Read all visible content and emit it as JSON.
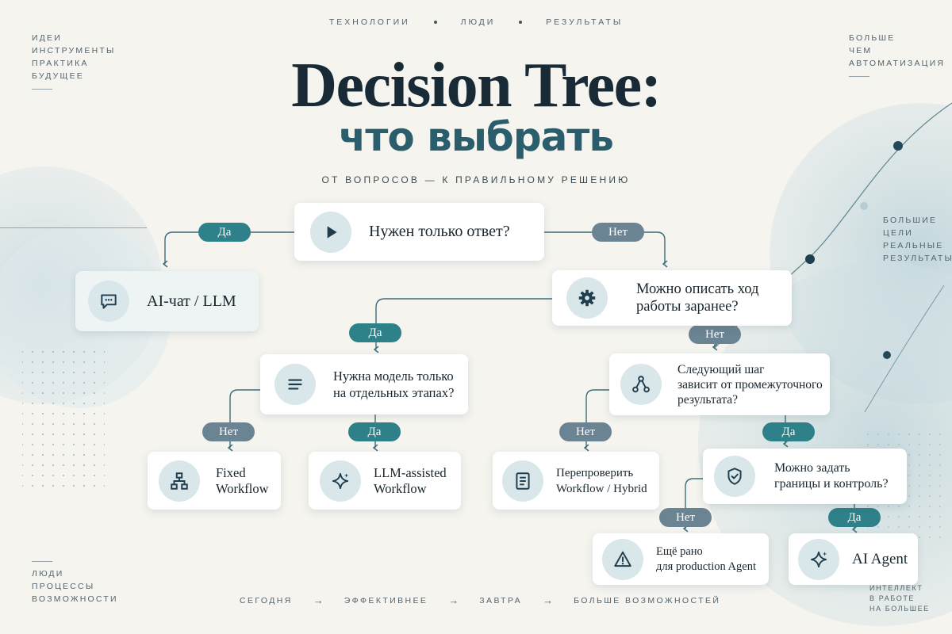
{
  "header": {
    "tags": [
      "ТЕХНОЛОГИИ",
      "ЛЮДИ",
      "РЕЗУЛЬТАТЫ"
    ],
    "title": "Decision Tree:",
    "subtitle_big": "что выбрать",
    "tagline": "ОТ ВОПРОСОВ — К ПРАВИЛЬНОМУ РЕШЕНИЮ"
  },
  "corners": {
    "top_left": [
      "ИДЕИ",
      "ИНСТРУМЕНТЫ",
      "ПРАКТИКА",
      "БУДУЩЕЕ"
    ],
    "top_right": [
      "БОЛЬШЕ",
      "ЧЕМ",
      "АВТОМАТИЗАЦИЯ"
    ],
    "mid_right": [
      "БОЛЬШИЕ",
      "ЦЕЛИ",
      "РЕАЛЬНЫЕ",
      "РЕЗУЛЬТАТЫ"
    ],
    "bottom_left": [
      "ЛЮДИ",
      "ПРОЦЕССЫ",
      "ВОЗМОЖНОСТИ"
    ],
    "bottom_right": [
      "ИНТЕЛЛЕКТ",
      "В РАБОТЕ",
      "НА БОЛЬШЕЕ"
    ]
  },
  "bottom_nav": [
    "СЕГОДНЯ",
    "ЭФФЕКТИВНЕЕ",
    "ЗАВТРА",
    "БОЛЬШЕ ВОЗМОЖНОСТЕЙ"
  ],
  "nav_arrow": "→",
  "nodes": {
    "root": "Нужен только ответ?",
    "chat": "AI-чат / LLM",
    "describe": [
      "Можно описать ход",
      "работы заранее?"
    ],
    "model_steps": [
      "Нужна модель только",
      "на отдельных этапах?"
    ],
    "next_step": [
      "Следующий шаг",
      "зависит от промежуточного",
      "результата?"
    ],
    "fixed": [
      "Fixed",
      "Workflow"
    ],
    "llm_assisted": [
      "LLM-assisted",
      "Workflow"
    ],
    "recheck": [
      "Перепроверить",
      "Workflow / Hybrid"
    ],
    "boundaries": [
      "Можно задать",
      "границы и контроль?"
    ],
    "too_early": [
      "Ещё рано",
      "для production Agent"
    ],
    "agent": "AI Agent"
  },
  "answers": {
    "yes": "Да",
    "no": "Нет"
  },
  "icons": {
    "root": "play-icon",
    "chat": "chat-bubble-icon",
    "describe": "gear-icon",
    "model_steps": "list-lines-icon",
    "next_step": "branch-nodes-icon",
    "fixed": "hierarchy-icon",
    "llm_assisted": "sparkle-icon",
    "recheck": "document-icon",
    "boundaries": "shield-check-icon",
    "too_early": "warning-icon",
    "agent": "sparkle-icon"
  },
  "colors": {
    "yes": "#2e8188",
    "no": "#6b8493",
    "ink": "#172a36",
    "accent": "#2a5e6c",
    "connector": "#3f6d7c"
  }
}
